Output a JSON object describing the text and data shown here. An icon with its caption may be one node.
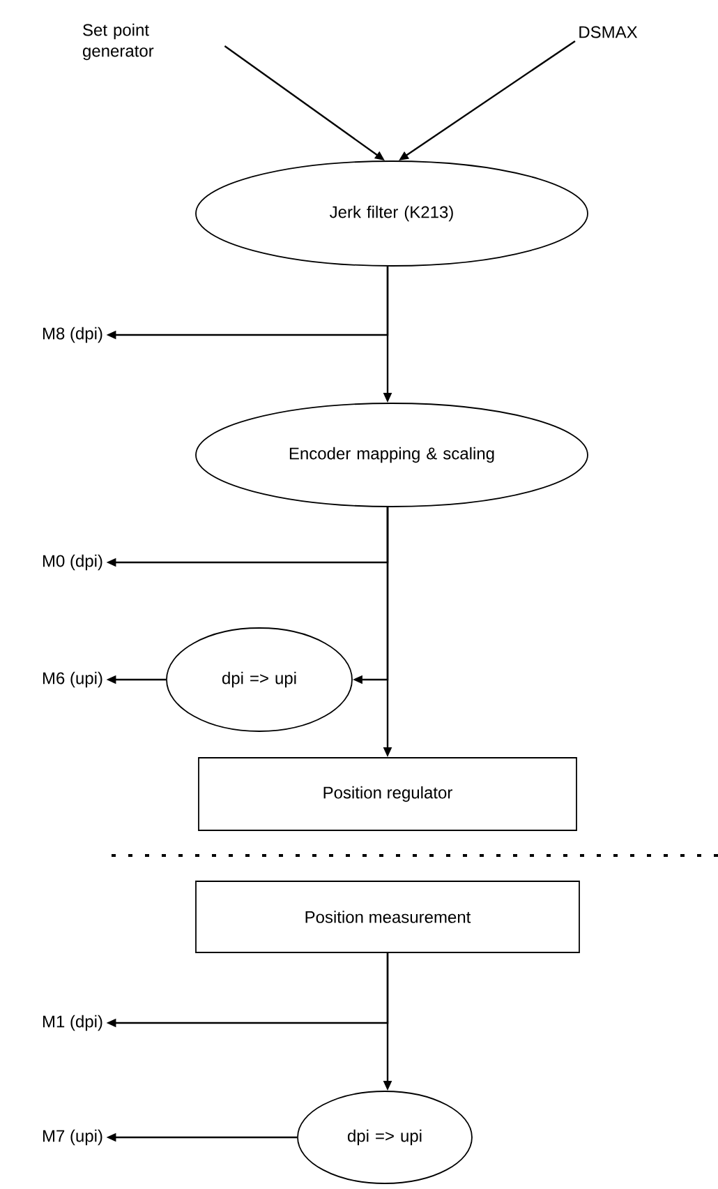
{
  "diagram": {
    "nodes": [
      {
        "text": [
          "Set point generator"
        ]
      },
      {
        "text": [
          "DSMAX"
        ]
      },
      {
        "text": [
          "Jerk filter (K213)"
        ]
      },
      {
        "text": [
          "M8 (dpi)"
        ]
      },
      {
        "text": [
          "Encoder mapping & scaling"
        ]
      },
      {
        "text": [
          "M0 (dpi)"
        ]
      },
      {
        "text": [
          "dpi => upi"
        ]
      },
      {
        "text": [
          "M6 (upi)"
        ]
      },
      {
        "text": [
          "Position regulator"
        ]
      },
      {
        "text": [
          "Position measurement"
        ]
      },
      {
        "text": [
          "M1 (dpi)"
        ]
      },
      {
        "text": [
          "dpi => upi"
        ]
      },
      {
        "text": [
          "M7 (upi)"
        ]
      }
    ],
    "edges": [
      {
        "from": 0,
        "to": 2,
        "arrow": "to"
      },
      {
        "from": 1,
        "to": 2,
        "arrow": "to"
      },
      {
        "from": 2,
        "to": 3,
        "arrow": "to"
      },
      {
        "from": 2,
        "to": 4,
        "arrow": "to"
      },
      {
        "from": 4,
        "to": 5,
        "arrow": "to"
      },
      {
        "from": 4,
        "to": 6,
        "arrow": "to"
      },
      {
        "from": 4,
        "to": 8,
        "arrow": "to"
      },
      {
        "from": 6,
        "to": 7,
        "arrow": "to"
      },
      {
        "from": 9,
        "to": 10,
        "arrow": "to"
      },
      {
        "from": 9,
        "to": 11,
        "arrow": "to"
      },
      {
        "from": 11,
        "to": 12,
        "arrow": "to"
      }
    ]
  }
}
